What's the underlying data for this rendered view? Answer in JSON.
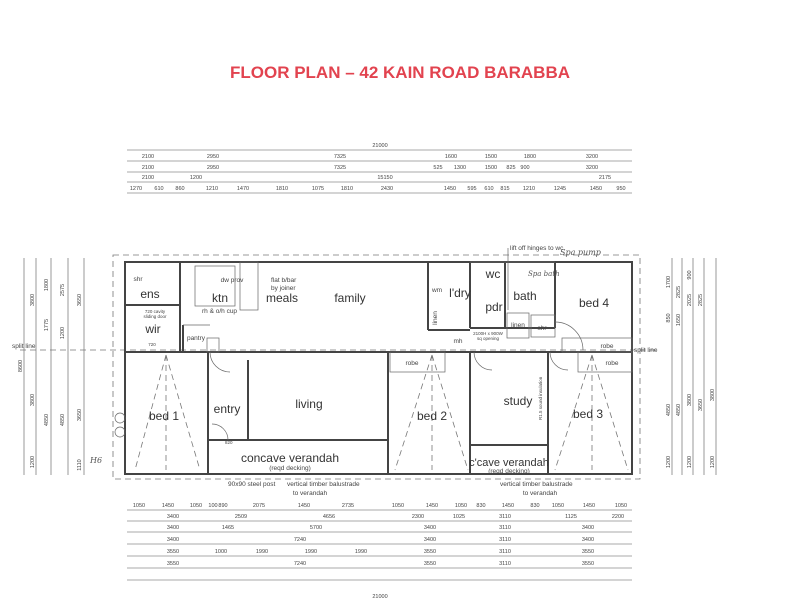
{
  "title": "FLOOR PLAN – 42 KAIN ROAD BARABBA",
  "colors": {
    "title": "#e2434f",
    "lines": "#444444"
  },
  "dimensions": {
    "overall_top": "21000",
    "top_rows": [
      [
        "2100",
        "2950",
        "7325",
        "1600",
        "1500",
        "1800",
        "3200"
      ],
      [
        "2100",
        "2950",
        "7325",
        "525",
        "1300",
        "1500",
        "825",
        "900",
        "3200"
      ],
      [
        "2100",
        "1200",
        "15150",
        "2175"
      ],
      [
        "1270",
        "610",
        "860",
        "1210",
        "1470",
        "1810",
        "1075",
        "1810",
        "2430",
        "1450",
        "595",
        "610",
        "815",
        "1210",
        "1245",
        "1450",
        "950"
      ]
    ],
    "bottom_rows": [
      [
        "1050",
        "1450",
        "1050",
        "100",
        "890",
        "2075",
        "1450",
        "2735",
        "1050",
        "1450",
        "1050",
        "830",
        "1450",
        "830",
        "1050",
        "1450",
        "1050"
      ],
      [
        "3400",
        "2509",
        "4656",
        "2300",
        "1025",
        "3110",
        "1125",
        "2200"
      ],
      [
        "3400",
        "1465",
        "5700",
        "3400",
        "3110",
        "3400"
      ],
      [
        "3400",
        "7240",
        "3400",
        "3110",
        "3400"
      ],
      [
        "3550",
        "1000",
        "1990",
        "1990",
        "1990",
        "3550",
        "3110",
        "3550"
      ],
      [
        "3550",
        "7240",
        "3550",
        "3110",
        "3550"
      ]
    ],
    "overall_bottom": "21000",
    "left": [
      "8600",
      "3800",
      "3800",
      "1200",
      "1800",
      "1775",
      "4850",
      "2575",
      "1200",
      "4850",
      "3650",
      "3650",
      "1110"
    ],
    "right": [
      "1700",
      "850",
      "4850",
      "1200",
      "2825",
      "1650",
      "3800",
      "900",
      "2025",
      "3650",
      "1200",
      "2825",
      "4850",
      "3800",
      "1200"
    ]
  },
  "rooms": {
    "ens": "ens",
    "shr1": "shr",
    "ktn": "ktn",
    "meals": "meals",
    "family": "family",
    "wir": "wir",
    "pantry": "pantry",
    "ldry": "l'dry",
    "wm": "wm",
    "linen1": "linen",
    "wc": "wc",
    "bath": "bath",
    "pdr": "pdr",
    "linen2": "linen",
    "shr2": "shr",
    "bed4": "bed 4",
    "robe4": "robe",
    "mh": "mh",
    "bed1": "bed 1",
    "entry": "entry",
    "living": "living",
    "bed2": "bed 2",
    "robe2": "robe",
    "study": "study",
    "bed3": "bed 3",
    "robe3": "robe",
    "verandah1": "concave verandah",
    "verandah2": "c'cave verandah"
  },
  "notes": {
    "dw_prov": "dw prov",
    "flat_bar_1": "flat b/bar",
    "flat_bar_2": "by joiner",
    "rh_cup": "rh & o/h cup",
    "cavity_door_1": "720 cavity",
    "cavity_door_2": "sliding door",
    "opening_1": "2100H x 900W",
    "opening_2": "sq opening",
    "lift_off": "lift off hinges to wc",
    "spa_bath": "Spa bath",
    "spa_pump": "Spa pump",
    "split_left": "split line",
    "split_right": "split line",
    "decking1": "(reqd decking)",
    "decking2": "(reqd decking)",
    "steel_post": "90x90 steel post",
    "balustrade1_1": "vertical timber balustrade",
    "balustrade1_2": "to verandah",
    "balustrade2_1": "vertical timber balustrade",
    "balustrade2_2": "to verandah",
    "sound_insulation": "R1.5 sound insulation",
    "handwritten_h6": "H6",
    "door_820": "820",
    "door_720": "720"
  }
}
